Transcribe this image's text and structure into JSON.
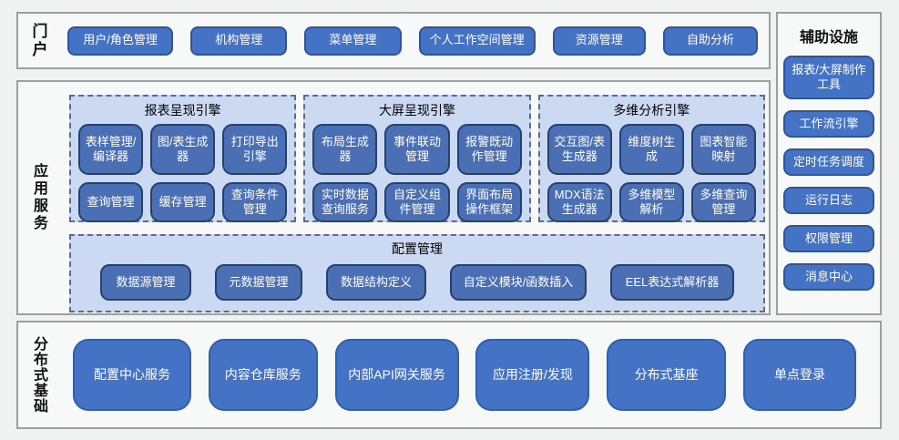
{
  "colors": {
    "page_bg": "#f0f1f1",
    "section_bg": "#f7f8f8",
    "section_border": "#9e9e9e",
    "button_blue": "#4472c4",
    "button_blue_dark": "#4a6fb5",
    "button_border": "#2f5597",
    "panel_light_blue": "#cbd9f2",
    "panel_dashed_border": "#5b6b8e",
    "button_text": "#ffffff",
    "label_text": "#111111"
  },
  "portal": {
    "label": "门户",
    "buttons": [
      "用户/角色管理",
      "机构管理",
      "菜单管理",
      "个人工作空间管理",
      "资源管理",
      "自助分析"
    ]
  },
  "app_services": {
    "label": "应用服务",
    "engines": [
      {
        "title": "报表呈现引擎",
        "buttons": [
          "表样管理/编译器",
          "图/表生成器",
          "打印导出引擎",
          "查询管理",
          "缓存管理",
          "查询条件管理"
        ]
      },
      {
        "title": "大屏呈现引擎",
        "buttons": [
          "布局生成器",
          "事件联动管理",
          "报警既动作管理",
          "实时数据查询服务",
          "自定义组件管理",
          "界面布局操作框架"
        ]
      },
      {
        "title": "多维分析引擎",
        "buttons": [
          "交互图/表生成器",
          "维度树生成",
          "图表智能映射",
          "MDX语法生成器",
          "多维模型解析",
          "多维查询管理"
        ]
      }
    ],
    "config": {
      "title": "配置管理",
      "buttons": [
        "数据源管理",
        "元数据管理",
        "数据结构定义",
        "自定义模块/函数插入",
        "EEL表达式解析器"
      ]
    }
  },
  "distributed": {
    "label": "分布式基础",
    "buttons": [
      "配置中心服务",
      "内容仓库服务",
      "内部API网关服务",
      "应用注册/发现",
      "分布式基座",
      "单点登录"
    ]
  },
  "auxiliary": {
    "title": "辅助设施",
    "buttons": [
      "报表/大屏制作工具",
      "工作流引擎",
      "定时任务调度",
      "运行日志",
      "权限管理",
      "消息中心"
    ]
  }
}
